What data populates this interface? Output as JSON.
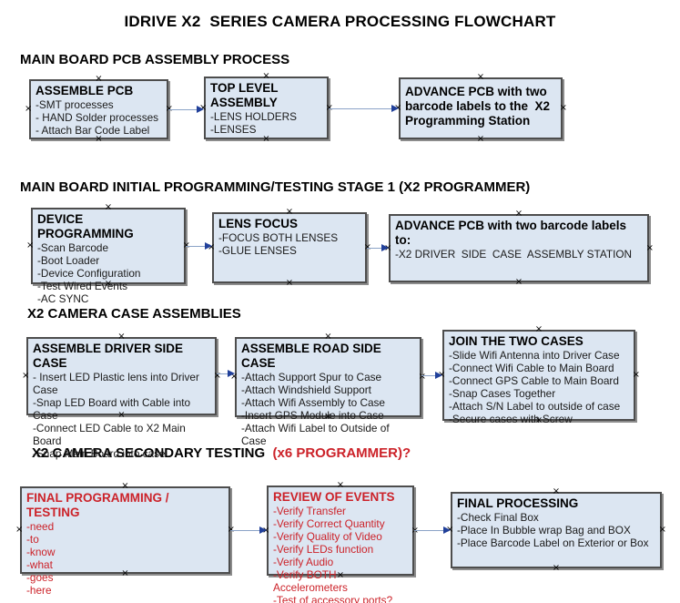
{
  "title": "IDRIVE X2  SERIES CAMERA PROCESSING FLOWCHART",
  "handle_glyph": "×",
  "colors": {
    "box_fill": "#dce6f2",
    "box_border": "#4d4d4d",
    "box_shadow": "#8c8c8c",
    "arrow_line": "#8ba3c7",
    "arrow_head": "#21409a",
    "alert_red": "#cc2229"
  },
  "sections": [
    {
      "heading": "MAIN BOARD PCB ASSEMBLY PROCESS",
      "heading_red": ""
    },
    {
      "heading": "MAIN BOARD INITIAL PROGRAMMING/TESTING STAGE 1 (X2 PROGRAMMER)",
      "heading_red": ""
    },
    {
      "heading": "X2 CAMERA CASE ASSEMBLIES",
      "heading_red": ""
    },
    {
      "heading": "X2 CAMERA SECONDARY TESTING  ",
      "heading_red": "(x6 PROGRAMMER)?"
    }
  ],
  "boxes": [
    {
      "title": "ASSEMBLE PCB",
      "items": [
        "-SMT processes",
        "- HAND Solder processes",
        "- Attach Bar Code Label"
      ]
    },
    {
      "title": "TOP LEVEL ASSEMBLY",
      "items": [
        "-LENS HOLDERS",
        "-LENSES"
      ]
    },
    {
      "title": "ADVANCE PCB with two barcode labels to the  X2 Programming Station",
      "items": []
    },
    {
      "title": "DEVICE PROGRAMMING",
      "items": [
        "-Scan Barcode",
        "-Boot Loader",
        "-Device Configuration",
        "-Test Wired Events",
        "-AC SYNC"
      ]
    },
    {
      "title": "LENS FOCUS",
      "items": [
        "-FOCUS BOTH LENSES",
        "-GLUE LENSES"
      ]
    },
    {
      "title": "ADVANCE PCB with two barcode labels to:",
      "items": [
        "-X2 DRIVER  SIDE  CASE  ASSEMBLY STATION"
      ]
    },
    {
      "title": "ASSEMBLE DRIVER SIDE CASE",
      "items": [
        "- Insert LED Plastic lens into Driver Case",
        "-Snap LED Board with Cable into Case",
        "-Connect LED Cable to X2 Main Board",
        "-Snap Main Board into case"
      ]
    },
    {
      "title": "ASSEMBLE ROAD SIDE CASE",
      "items": [
        "-Attach Support Spur to Case",
        "-Attach Windshield Support",
        "-Attach Wifi Assembly to Case",
        "-Insert GPS Module into Case",
        "-Attach Wifi Label to Outside of Case"
      ]
    },
    {
      "title": "JOIN THE TWO CASES",
      "items": [
        "-Slide Wifi Antenna into Driver Case",
        "-Connect Wifi Cable to Main Board",
        "-Connect GPS Cable to Main Board",
        "-Snap Cases Together",
        "-Attach S/N Label to outside of case",
        "-Secure cases with Screw"
      ]
    },
    {
      "title": "FINAL PROGRAMMING / TESTING",
      "items": [
        "-need",
        "-to",
        "-know",
        "-what",
        "-goes",
        "-here"
      ]
    },
    {
      "title": "REVIEW OF EVENTS",
      "items": [
        "-Verify Transfer",
        "-Verify Correct Quantity",
        "-Verify Quality of Video",
        "-Verify LEDs function",
        "-Verify Audio",
        "-Verify BOTH Accelerometers",
        "-Test of accessory ports?"
      ]
    },
    {
      "title": "FINAL PROCESSING",
      "items": [
        "-Check Final Box",
        "-Place In Bubble wrap Bag and BOX",
        "-Place Barcode Label on Exterior or Box"
      ]
    }
  ]
}
